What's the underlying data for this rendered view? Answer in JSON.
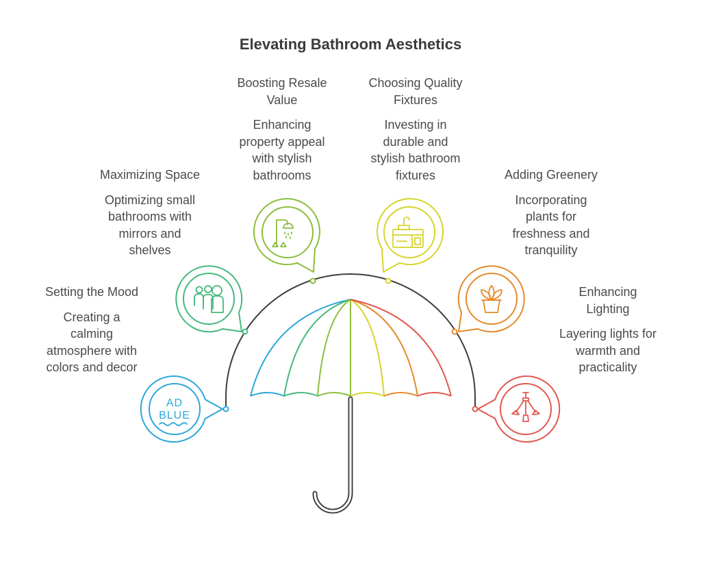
{
  "title": "Elevating Bathroom Aesthetics",
  "items": [
    {
      "heading": [
        "Setting the Mood"
      ],
      "description": [
        "Creating a",
        "calming",
        "atmosphere with",
        "colors and decor"
      ],
      "color": "#2aa7d8",
      "icon": "ad-blue-icon",
      "icon_text": [
        "AD",
        "BLUE"
      ]
    },
    {
      "heading": [
        "Maximizing Space"
      ],
      "description": [
        "Optimizing small",
        "bathrooms with",
        "mirrors and",
        "shelves"
      ],
      "color": "#43b97d",
      "icon": "people-icon"
    },
    {
      "heading": [
        "Boosting Resale",
        "Value"
      ],
      "description": [
        "Enhancing",
        "property appeal",
        "with stylish",
        "bathrooms"
      ],
      "color": "#8bbd3b",
      "icon": "shower-icon"
    },
    {
      "heading": [
        "Choosing Quality",
        "Fixtures"
      ],
      "description": [
        "Investing in",
        "durable and",
        "stylish bathroom",
        "fixtures"
      ],
      "color": "#d6d42a",
      "icon": "vanity-icon"
    },
    {
      "heading": [
        "Adding Greenery"
      ],
      "description": [
        "Incorporating",
        "plants for",
        "freshness and",
        "tranquility"
      ],
      "color": "#e4892a",
      "icon": "plant-pot-icon"
    },
    {
      "heading": [
        "Enhancing",
        "Lighting"
      ],
      "description": [
        "Layering lights for",
        "warmth and",
        "practicality"
      ],
      "color": "#e2574c",
      "icon": "pendant-lights-icon"
    }
  ]
}
